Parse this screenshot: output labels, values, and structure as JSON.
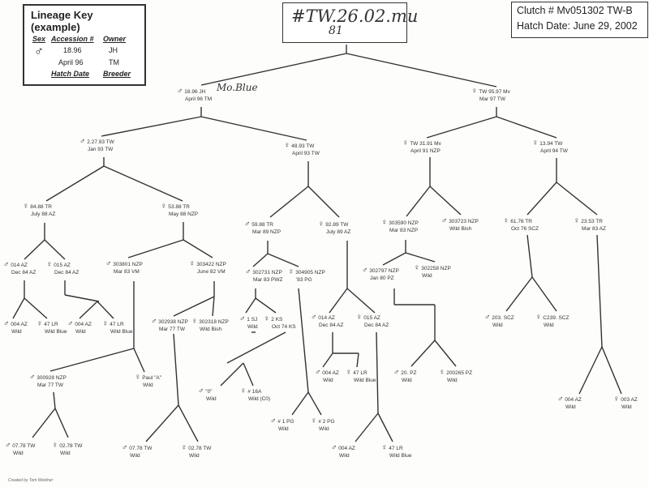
{
  "lineage_key": {
    "title": "Lineage Key (example)",
    "headers": {
      "sex": "Sex",
      "accession": "Accession #",
      "owner": "Owner",
      "hatch_date": "Hatch Date",
      "breeder": "Breeder"
    },
    "sex_symbol": "♂",
    "accession_value": "18.96",
    "owner_value": "JH",
    "hatch_date_value": "April 96",
    "breeder_value": "TM"
  },
  "header_handwriting": {
    "line1": "#TW.26.02.mu",
    "line2": "81"
  },
  "clutch": {
    "number": "Clutch # Mv051302 TW-B",
    "hatch_date": "Hatch Date: June 29, 2002"
  },
  "nodes": [
    {
      "id": "sire",
      "sex": "♂",
      "line1": "18.96 JH",
      "line2": "April 96 TM"
    },
    {
      "id": "dam",
      "sex": "♀",
      "line1": "TW 95.97 Mv",
      "line2": "Mar 97 TW"
    },
    {
      "id": "n227",
      "sex": "♂",
      "line1": "2.27.93 TW",
      "line2": "Jan 93 TW"
    },
    {
      "id": "n4893",
      "sex": "♀",
      "line1": "48.93 TW",
      "line2": "April 93 TW"
    },
    {
      "id": "n3191",
      "sex": "♀",
      "line1": "TW 31.91 Mv",
      "line2": "April 91 NZP"
    },
    {
      "id": "n1394",
      "sex": "♀",
      "line1": "13.94 TW",
      "line2": "April 94 TW"
    },
    {
      "id": "n8488",
      "sex": "♀",
      "line1": "84.88 TR",
      "line2": "July 88 AZ"
    },
    {
      "id": "n5388",
      "sex": "♀",
      "line1": "53.88 TR",
      "line2": "May 88 NZP"
    },
    {
      "id": "n5988",
      "sex": "♂",
      "line1": "59.88 TR",
      "line2": "Mar 89 NZP"
    },
    {
      "id": "n9289",
      "sex": "♀",
      "line1": "92.89 TW",
      "line2": "July 89 AZ"
    },
    {
      "id": "n303590",
      "sex": "♀",
      "line1": "303590 NZP",
      "line2": "Mar 83 NZP"
    },
    {
      "id": "n303723",
      "sex": "♂",
      "line1": "303723 NZP",
      "line2": "Wild Bish"
    },
    {
      "id": "n6176",
      "sex": "♀",
      "line1": "61.76 TR",
      "line2": "Oct 76 SCZ"
    },
    {
      "id": "n2353",
      "sex": "♀",
      "line1": "23.53 TR",
      "line2": "Mar 83 AZ"
    },
    {
      "id": "n014a",
      "sex": "♂",
      "line1": "014 AZ",
      "line2": "Dec 84 AZ"
    },
    {
      "id": "n015a",
      "sex": "♀",
      "line1": "015 AZ",
      "line2": "Dec 84 AZ"
    },
    {
      "id": "n303801",
      "sex": "♂",
      "line1": "303801 NZP",
      "line2": "Mar 83 VM"
    },
    {
      "id": "n303422",
      "sex": "♀",
      "line1": "303422 NZP",
      "line2": "June 82 VM"
    },
    {
      "id": "n302731",
      "sex": "♂",
      "line1": "302731 NZP",
      "line2": "Mar 83 PWZ"
    },
    {
      "id": "n304905",
      "sex": "♀",
      "line1": "304905 NZP",
      "line2": "'83 PG"
    },
    {
      "id": "n302797",
      "sex": "♂",
      "line1": "302797 NZP",
      "line2": "Jan 80 PZ"
    },
    {
      "id": "n302258",
      "sex": "♀",
      "line1": "302258 NZP",
      "line2": "Wild"
    },
    {
      "id": "n004a",
      "sex": "♂",
      "line1": "004 AZ",
      "line2": "Wild"
    },
    {
      "id": "n47a",
      "sex": "♀",
      "line1": "47 LR",
      "line2": "Wild Blue"
    },
    {
      "id": "n004b",
      "sex": "♂",
      "line1": "004 AZ",
      "line2": "Wild"
    },
    {
      "id": "n47b",
      "sex": "♀",
      "line1": "47 LR",
      "line2": "Wild Blue"
    },
    {
      "id": "n302938",
      "sex": "♂",
      "line1": "302938 NZP",
      "line2": "Mar 77 TW"
    },
    {
      "id": "n302318",
      "sex": "♀",
      "line1": "302318 NZP",
      "line2": "Wild Bish"
    },
    {
      "id": "n1sj",
      "sex": "♂",
      "line1": "1 SJ",
      "line2": "Wild"
    },
    {
      "id": "n2ks",
      "sex": "♀",
      "line1": "2 KS",
      "line2": "Oct 74 KS"
    },
    {
      "id": "n014b",
      "sex": "♂",
      "line1": "014 AZ",
      "line2": "Dec 84 AZ"
    },
    {
      "id": "n015b",
      "sex": "♀",
      "line1": "015 AZ",
      "line2": "Dec 84 AZ"
    },
    {
      "id": "n300928",
      "sex": "♂",
      "line1": "300928 NZP",
      "line2": "Mar 77 TW"
    },
    {
      "id": "npaul",
      "sex": "♀",
      "line1": "Paul \"A\"",
      "line2": "Wild"
    },
    {
      "id": "n0",
      "sex": "♂",
      "line1": "\"0\"",
      "line2": "Wild"
    },
    {
      "id": "n16a",
      "sex": "♀",
      "line1": "# 16A",
      "line2": "Wild (C0)"
    },
    {
      "id": "n004c",
      "sex": "♂",
      "line1": "004 AZ",
      "line2": "Wild"
    },
    {
      "id": "n47c",
      "sex": "♀",
      "line1": "47 LR",
      "line2": "Wild Blue"
    },
    {
      "id": "n20pz",
      "sex": "♂",
      "line1": "20. PZ",
      "line2": "Wild"
    },
    {
      "id": "n200265",
      "sex": "♀",
      "line1": "200265 PZ",
      "line2": "Wild"
    },
    {
      "id": "n203scz",
      "sex": "♂",
      "line1": "203. SCZ",
      "line2": "Wild"
    },
    {
      "id": "nc239",
      "sex": "♀",
      "line1": "C239. SCZ",
      "line2": "Wild"
    },
    {
      "id": "n1pg",
      "sex": "♂",
      "line1": "# 1 PG",
      "line2": "Wild"
    },
    {
      "id": "n2pg",
      "sex": "♀",
      "line1": "# 2 PG",
      "line2": "Wild"
    },
    {
      "id": "n0778a",
      "sex": "♂",
      "line1": "07.78 TW",
      "line2": "Wild"
    },
    {
      "id": "n0278a",
      "sex": "♀",
      "line1": "02.78 TW",
      "line2": "Wild"
    },
    {
      "id": "n0778b",
      "sex": "♂",
      "line1": "07.78 TW",
      "line2": "Wild"
    },
    {
      "id": "n0278b",
      "sex": "♀",
      "line1": "02.78 TW",
      "line2": "Wild"
    },
    {
      "id": "n004d",
      "sex": "♂",
      "line1": "004 AZ",
      "line2": "Wild"
    },
    {
      "id": "n47d",
      "sex": "♀",
      "line1": "47 LR",
      "line2": "Wild Blue"
    },
    {
      "id": "n004e",
      "sex": "♂",
      "line1": "004 AZ",
      "line2": "Wild"
    },
    {
      "id": "n003e",
      "sex": "♀",
      "line1": "003 AZ",
      "line2": "Wild"
    }
  ],
  "annotations": {
    "sire_name": "Mo.Blue"
  },
  "credit": "Created by Tom Weidner"
}
